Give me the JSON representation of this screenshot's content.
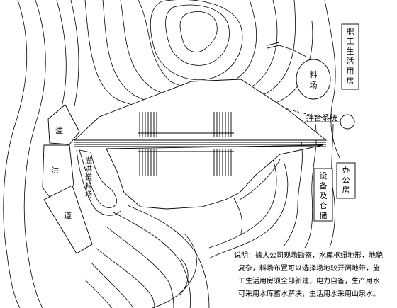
{
  "labels": {
    "staff_housing": "职工生活用房",
    "material_yard_top": "料场",
    "mixing_system": "拌合系统",
    "office": "办公房",
    "equipment_warehouse": "设备及仓储",
    "spillway_a": "溢",
    "spillway_b": "洪",
    "spillway_c": "道",
    "spillway_yard": "溢洪道料场"
  },
  "note": {
    "lines": [
      "说明：據人公司现场勘察，水库枢纽地形，地貌",
      "复杂，料场布置可以选择场地较开阔地带，施",
      "工生活用房须全部新建，电力自备，生产用水",
      "可采用水库蓄水解决，生活用水采用山泉水。"
    ]
  },
  "colors": {
    "line": "#000000",
    "background": "#ffffff"
  }
}
